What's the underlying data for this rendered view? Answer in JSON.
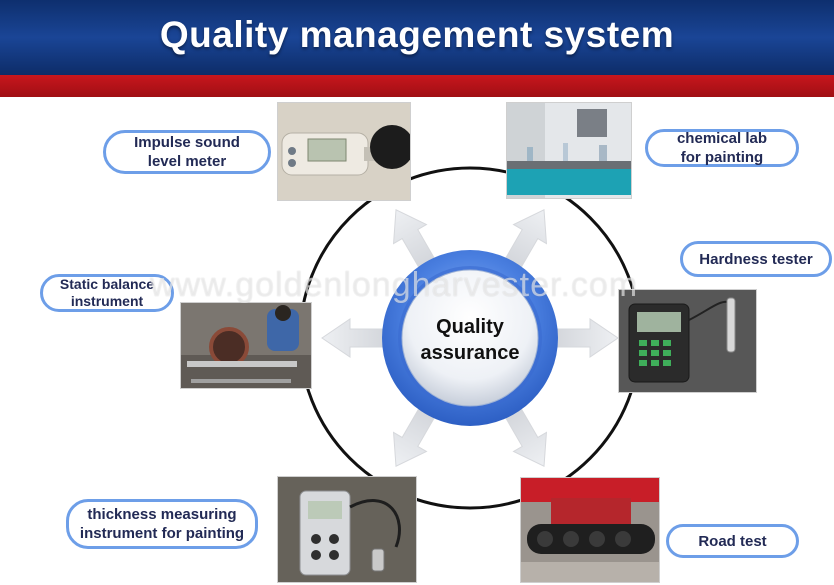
{
  "header": {
    "title": "Quality management system"
  },
  "center": {
    "label": "Quality\nassurance"
  },
  "labels": {
    "impulse": "Impulse sound\nlevel meter",
    "chemical": "chemical lab\nfor painting",
    "hardness": "Hardness tester",
    "static": "Static balance\ninstrument",
    "thickness": "thickness measuring\ninstrument for painting",
    "road": "Road test"
  },
  "watermark": "www.goldenlongharvester.com",
  "colors": {
    "header_blue": "#1a4596",
    "stripe_red": "#c8161d",
    "label_border": "#6d9ee8",
    "center_ring": "#4a7fe0"
  }
}
